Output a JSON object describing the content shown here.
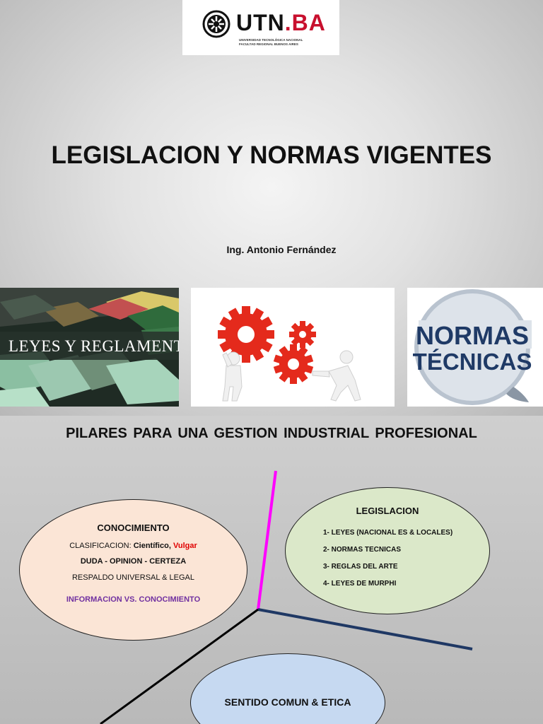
{
  "slide1": {
    "logo": {
      "name": "UTN",
      "suffix": ".BA",
      "sub_line1": "UNIVERSIDAD TECNOLÓGICA NACIONAL",
      "sub_line2": "FACULTAD REGIONAL BUENOS AIRES"
    },
    "title": "LEGISLACION Y NORMAS VIGENTES",
    "author": "Ing. Antonio Fernández",
    "images": {
      "leyes": "LEYES Y REGLAMENTOS",
      "normas_line1": "NORMAS",
      "normas_line2": "TÉCNICAS"
    }
  },
  "slide2": {
    "title": "PILARES   PARA  UNA GESTION  INDUSTRIAL  PROFESIONAL",
    "conocimiento": {
      "heading": "CONOCIMIENTO",
      "clasif_label": "CLASIFICACION: ",
      "clasif_a": "Científico, ",
      "clasif_b": "Vulgar",
      "duda": "DUDA - OPINION -  CERTEZA",
      "respaldo": "RESPALDO UNIVERSAL & LEGAL",
      "info": "INFORMACION  VS. CONOCIMIENTO"
    },
    "legislacion": {
      "heading": "LEGISLACION",
      "items": [
        "1- LEYES (NACIONAL ES & LOCALES)",
        "2- NORMAS TECNICAS",
        "3- REGLAS DEL ARTE",
        "4- LEYES DE MURPHI"
      ]
    },
    "sentido": {
      "heading": "SENTIDO COMUN  &  ETICA"
    },
    "colors": {
      "accent_red": "#e00000",
      "accent_purple": "#7030a0",
      "line_magenta": "#ff00ff",
      "line_navy": "#1f3864"
    }
  }
}
